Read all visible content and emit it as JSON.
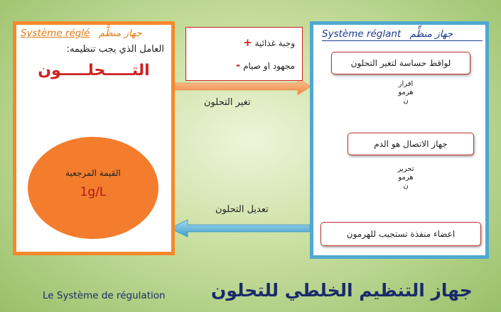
{
  "left_box": {
    "title_fr": "Système réglé",
    "title_ar": "جهاز منظَّم",
    "subtitle": "العامل الذي يجب تنظيمه:",
    "main_factor": "التـــــحلـــــون",
    "reference_label": "القيمة المرجعية",
    "reference_value": "1g/L"
  },
  "middle_box": {
    "line1_text": "وجبة غذائية",
    "line1_sign": "+",
    "line2_text": "مجهود او صيام",
    "line2_sign": "-"
  },
  "arrows": {
    "top_label": "تغير التحلون",
    "bottom_label": "تعديل التحلون"
  },
  "right_box": {
    "title_fr": "Système réglant",
    "title_ar": "جهاز منظِّم",
    "step1": "لواقط حساسة لتغير التحلون",
    "arrow1_lines": [
      "افراز",
      "هرمو",
      "ن"
    ],
    "step2": "جهاز الاتصال هو الدم",
    "arrow2_lines": [
      "تحرير",
      "هرمو",
      "ن"
    ],
    "step3": "اعضاء منفذة تستجيب للهرمون"
  },
  "footer": {
    "french": "Le Système de régulation",
    "arabic": "جهاز التنظيم الخلطي للتحلون"
  },
  "colors": {
    "left_border": "#f5882b",
    "right_border": "#4fa8d0",
    "accent_red": "#d02020",
    "title_blue": "#1a3a8a"
  }
}
